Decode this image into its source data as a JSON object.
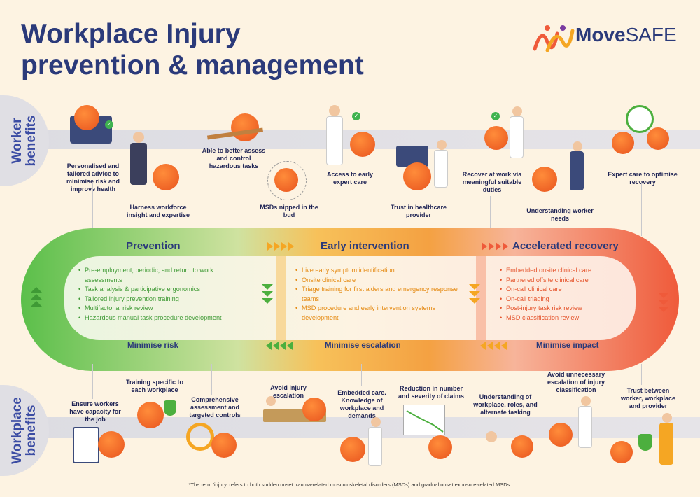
{
  "title_line1": "Workplace Injury",
  "title_line2": "prevention & management",
  "logo": {
    "name_bold": "Move",
    "name_light": "SAFE"
  },
  "side_labels": {
    "worker": "Worker benefits",
    "workplace": "Workplace benefits"
  },
  "worker_benefits": [
    "Personalised and tailored advice to minimise risk and improve health",
    "Harness workforce insight and expertise",
    "Able to better assess and control hazardous tasks",
    "MSDs nipped in the bud",
    "Access to early expert care",
    "Trust in healthcare provider",
    "Recover at work via meaningful suitable duties",
    "Understanding worker needs",
    "Expert care to optimise recovery"
  ],
  "phases": [
    {
      "title": "Prevention",
      "items": [
        "Pre-employment, periodic, and return to work assessments",
        "Task analysis & participative ergonomics",
        "Tailored injury prevention training",
        "Multifactorial risk review",
        "Hazardous manual task procedure development"
      ],
      "bottom": "Minimise risk"
    },
    {
      "title": "Early intervention",
      "items": [
        "Live early symptom identification",
        "Onsite clinical care",
        "Triage training for first aiders and emergency response teams",
        "MSD procedure and early intervention systems development"
      ],
      "bottom": "Minimise escalation"
    },
    {
      "title": "Accelerated recovery",
      "items": [
        "Embedded onsite clinical care",
        "Partnered offsite clinical care",
        "On-call clinical care",
        "On-call triaging",
        "Post-injury task risk review",
        "MSD classification review"
      ],
      "bottom": "Minimise impact"
    }
  ],
  "workplace_benefits": [
    "Ensure workers have capacity for the job",
    "Training specific to each workplace",
    "Comprehensive assessment and targeted controls",
    "Avoid injury escalation",
    "Embedded care. Knowledge of workplace and demands",
    "Reduction in number and severity of claims",
    "Understanding of workplace, roles, and alternate tasking",
    "Avoid unnecessary escalation of injury classification",
    "Trust between worker, workplace and provider"
  ],
  "footnote": "*The term 'injury' refers to both sudden onset trauma-related musculoskeletal disorders (MSDs) and gradual onset exposure-related MSDs.",
  "colors": {
    "green": "#4caf3e",
    "orange": "#f5a623",
    "red": "#ef5a3a",
    "navy": "#2b3a7a"
  }
}
